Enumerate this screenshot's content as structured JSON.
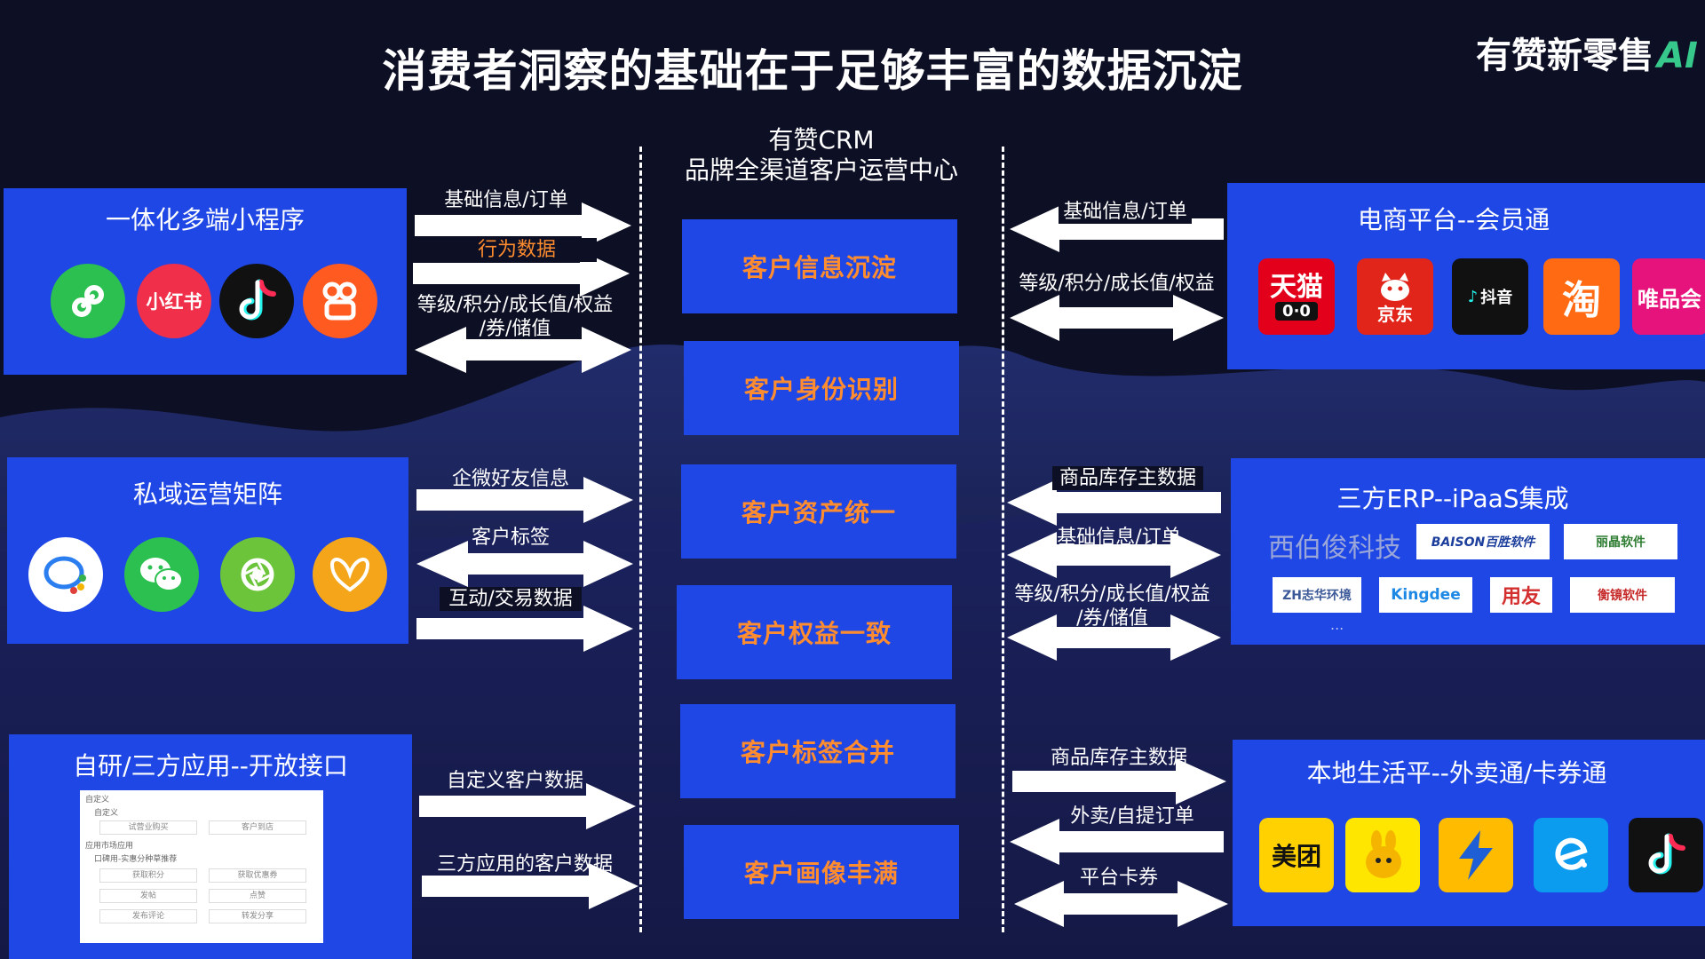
{
  "title": "消费者洞察的基础在于足够丰富的数据沉淀",
  "brand": {
    "text": "有赞新零售",
    "ai": "AI"
  },
  "center": {
    "line1": "有赞CRM",
    "line2": "品牌全渠道客户运营中心",
    "boxes": [
      "客户信息沉淀",
      "客户身份识别",
      "客户资产统一",
      "客户权益一致",
      "客户标签合并",
      "客户画像丰满"
    ]
  },
  "left": {
    "miniprogram": {
      "title": "一体化多端小程序",
      "icons": [
        "小红书"
      ],
      "flows": [
        "基础信息/订单",
        "行为数据",
        "等级/积分/成长值/权益",
        "/券/储值"
      ]
    },
    "private": {
      "title": "私域运营矩阵",
      "flows": [
        "企微好友信息",
        "客户标签",
        "互动/交易数据"
      ]
    },
    "openapi": {
      "title": "自研/三方应用--开放接口",
      "flows": [
        "自定义客户数据",
        "三方应用的客户数据"
      ],
      "mock": [
        "自定义",
        "自定义",
        "试营业购买",
        "客户到店",
        "应用市场应用",
        "口碑用-实惠分种草推荐",
        "获取积分",
        "获取优惠券",
        "发帖",
        "点赞",
        "发布评论",
        "转发分享"
      ]
    }
  },
  "right": {
    "ecommerce": {
      "title": "电商平台--会员通",
      "flows": [
        "基础信息/订单",
        "等级/积分/成长值/权益"
      ],
      "logos": [
        "天猫",
        "0·0",
        "京东",
        "抖音",
        "淘",
        "唯品会"
      ]
    },
    "erp": {
      "title": "三方ERP--iPaaS集成",
      "flows": [
        "商品库存主数据",
        "基础信息/订单",
        "等级/积分/成长值/权益",
        "/券/储值"
      ],
      "logos": [
        "西伯俊科技",
        "BAISON百胜软件",
        "丽晶软件",
        "ZH志华环境",
        "Kingdee",
        "用友",
        "衡镜软件"
      ],
      "more": "..."
    },
    "local": {
      "title": "本地生活平--外卖通/卡券通",
      "flows": [
        "商品库存主数据",
        "外卖/自提订单",
        "平台卡券"
      ],
      "logos": [
        "美团"
      ]
    }
  }
}
